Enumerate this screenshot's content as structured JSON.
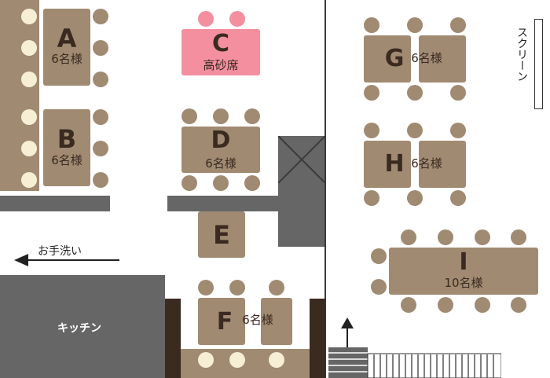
{
  "tables": {
    "a": {
      "letter": "A",
      "capacity": "6名様"
    },
    "b": {
      "letter": "B",
      "capacity": "6名様"
    },
    "c": {
      "letter": "C",
      "capacity": "高砂席"
    },
    "d": {
      "letter": "D",
      "capacity": "6名様"
    },
    "e": {
      "letter": "E"
    },
    "f": {
      "letter": "F",
      "capacity": "6名様"
    },
    "g": {
      "letter": "G",
      "capacity": "6名様"
    },
    "h": {
      "letter": "H",
      "capacity": "6名様"
    },
    "i": {
      "letter": "I",
      "capacity": "10名様"
    }
  },
  "labels": {
    "restroom": "お手洗い",
    "kitchen": "キッチン",
    "screen": "スクリーン"
  },
  "colors": {
    "table": "#a08a72",
    "takasago": "#f48fa0",
    "cream_seat": "#f6efd6",
    "wall": "#666666",
    "dark": "#3a2a20"
  }
}
